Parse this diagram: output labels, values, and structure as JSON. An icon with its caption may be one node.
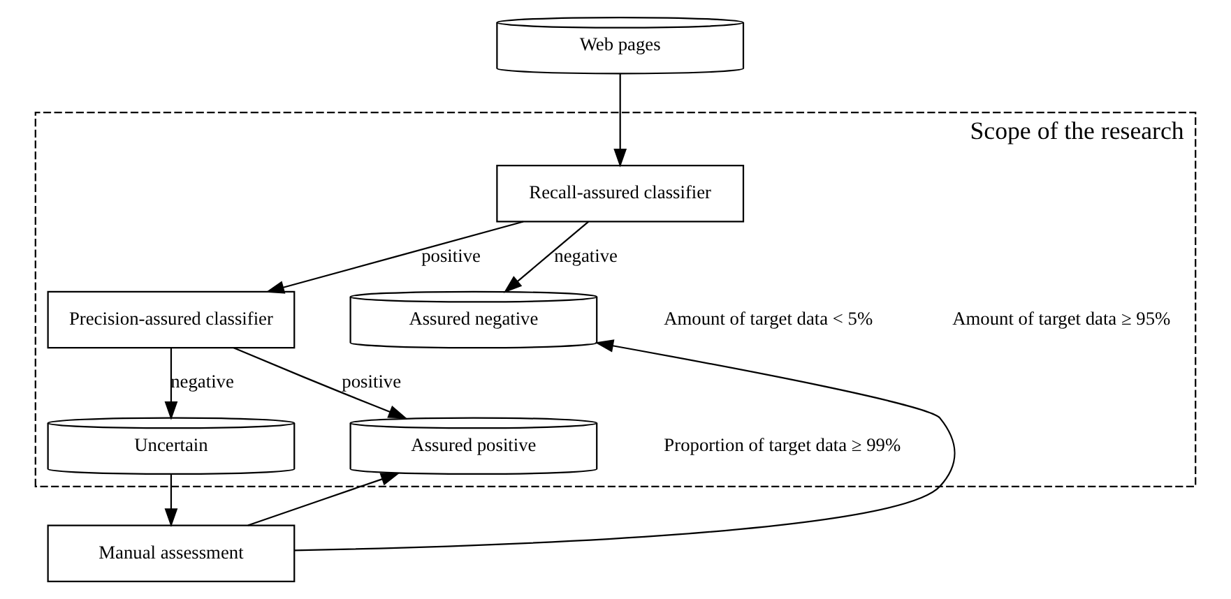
{
  "diagram": {
    "nodes": [
      {
        "text": [
          "Scope of the research"
        ]
      },
      {
        "text": [
          "Web pages"
        ]
      },
      {
        "text": [
          "Recall-assured classifier"
        ],
        "in": 0
      },
      {
        "text": [
          "Precision-assured classifier"
        ],
        "in": 0
      },
      {
        "text": [
          "Assured negative"
        ],
        "in": 0
      },
      {
        "text": [
          "Uncertain"
        ],
        "in": 0
      },
      {
        "text": [
          "Assured positive"
        ],
        "in": 0
      },
      {
        "text": [
          "Manual assessment"
        ]
      }
    ],
    "edges": [
      {
        "from": 1,
        "to": 2,
        "arrow": "to"
      },
      {
        "from": 2,
        "to": 4,
        "arrow": "to",
        "label": "negative"
      },
      {
        "from": 2,
        "to": 3,
        "arrow": "to",
        "label": "positive"
      },
      {
        "from": 3,
        "to": 5,
        "arrow": "to",
        "label": "negative"
      },
      {
        "from": 3,
        "to": 6,
        "arrow": "to",
        "label": "positive"
      },
      {
        "from": 5,
        "to": 7,
        "arrow": "to"
      },
      {
        "from": 7,
        "to": 4,
        "arrow": "to"
      },
      {
        "from": 7,
        "to": 6,
        "arrow": "to"
      }
    ],
    "labels": [
      "Amount of target data < 5%",
      "Amount of target data ≥ 95%",
      "Proportion of target data ≥ 99%"
    ]
  }
}
